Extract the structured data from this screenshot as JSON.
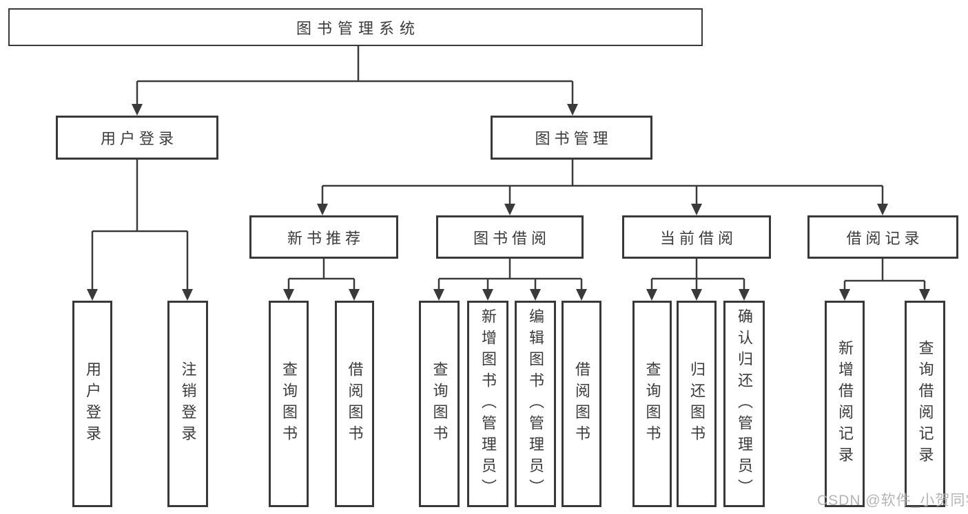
{
  "diagram_title": "图书管理系统",
  "watermark": "CSDN @软件_小贺同学",
  "colors": {
    "background": "#ffffff",
    "line": "#3a3a3a",
    "box_border": "#383838",
    "text": "#3b3b3b",
    "watermark_text": "#afafaf"
  },
  "tree": {
    "root": "图书管理系统",
    "user_login": "用户登录",
    "user_login_children": {
      "login": "用户登录",
      "logout": "注销登录"
    },
    "book_mgmt": "图书管理",
    "new_book": "新书推荐",
    "new_book_children": {
      "query": "查询图书",
      "borrow": "借阅图书"
    },
    "book_borrow": "图书借阅",
    "book_borrow_children": {
      "query": "查询图书",
      "add": "新增图书（管理员）",
      "edit": "编辑图书（管理员）",
      "borrow": "借阅图书"
    },
    "current_borrow": "当前借阅",
    "current_borrow_children": {
      "query": "查询图书",
      "return": "归还图书",
      "confirm": "确认归还（管理员）"
    },
    "borrow_records": "借阅记录",
    "borrow_records_children": {
      "add": "新增借阅记录",
      "query": "查询借阅记录"
    }
  }
}
